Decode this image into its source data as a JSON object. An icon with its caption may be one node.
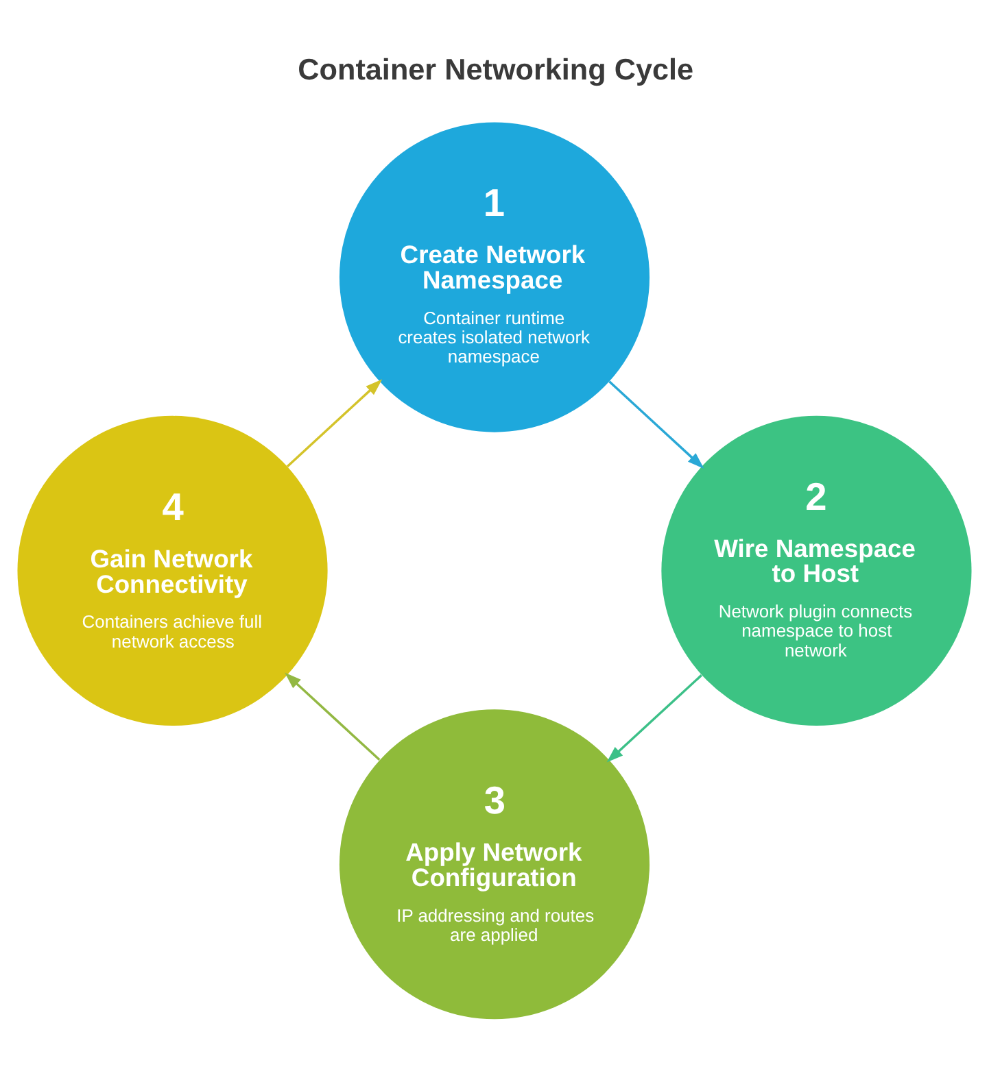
{
  "diagram": {
    "title": "Container Networking Cycle",
    "nodes": [
      {
        "text": [
          "1",
          "Create Network Namespace",
          "Container runtime creates isolated network namespace"
        ]
      },
      {
        "text": [
          "2",
          "Wire Namespace to Host",
          "Network plugin connects namespace to host network"
        ]
      },
      {
        "text": [
          "3",
          "Apply Network Configuration",
          "IP addressing and routes are applied"
        ]
      },
      {
        "text": [
          "4",
          "Gain Network Connectivity",
          "Containers achieve full network access"
        ]
      }
    ],
    "edges": [
      {
        "from": 0,
        "to": 1,
        "arrow": "to",
        "color": "#2aa8d6"
      },
      {
        "from": 1,
        "to": 2,
        "arrow": "to",
        "color": "#3cc088"
      },
      {
        "from": 2,
        "to": 3,
        "arrow": "to",
        "color": "#93b843"
      },
      {
        "from": 3,
        "to": 0,
        "arrow": "to",
        "color": "#d4c32a"
      }
    ]
  }
}
